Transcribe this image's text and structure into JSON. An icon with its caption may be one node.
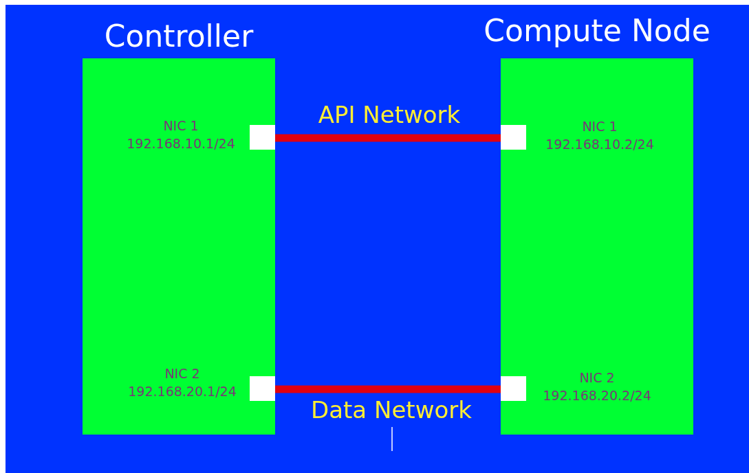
{
  "diagram": {
    "nodes": [
      {
        "text": [
          "Controller"
        ]
      },
      {
        "text": [],
        "shape": "box",
        "in": 0,
        "beside": [
          "NIC 1 192.168.10.1/24"
        ]
      },
      {
        "text": [],
        "shape": "box",
        "in": 0,
        "beside": [
          "NIC 2 192.168.20.1/24"
        ]
      },
      {
        "text": [
          "Compute Node"
        ]
      },
      {
        "text": [],
        "shape": "box",
        "in": 3,
        "beside": [
          "NIC 1 192.168.10.2/24"
        ]
      },
      {
        "text": [],
        "shape": "box",
        "in": 3,
        "beside": [
          "NIC 2 192.168.20.2/24"
        ]
      }
    ],
    "edges": [
      {
        "from": 1,
        "to": 4,
        "arrow": "none",
        "label": "API Network"
      },
      {
        "from": 2,
        "to": 5,
        "arrow": "none",
        "label": "Data Network"
      }
    ]
  }
}
